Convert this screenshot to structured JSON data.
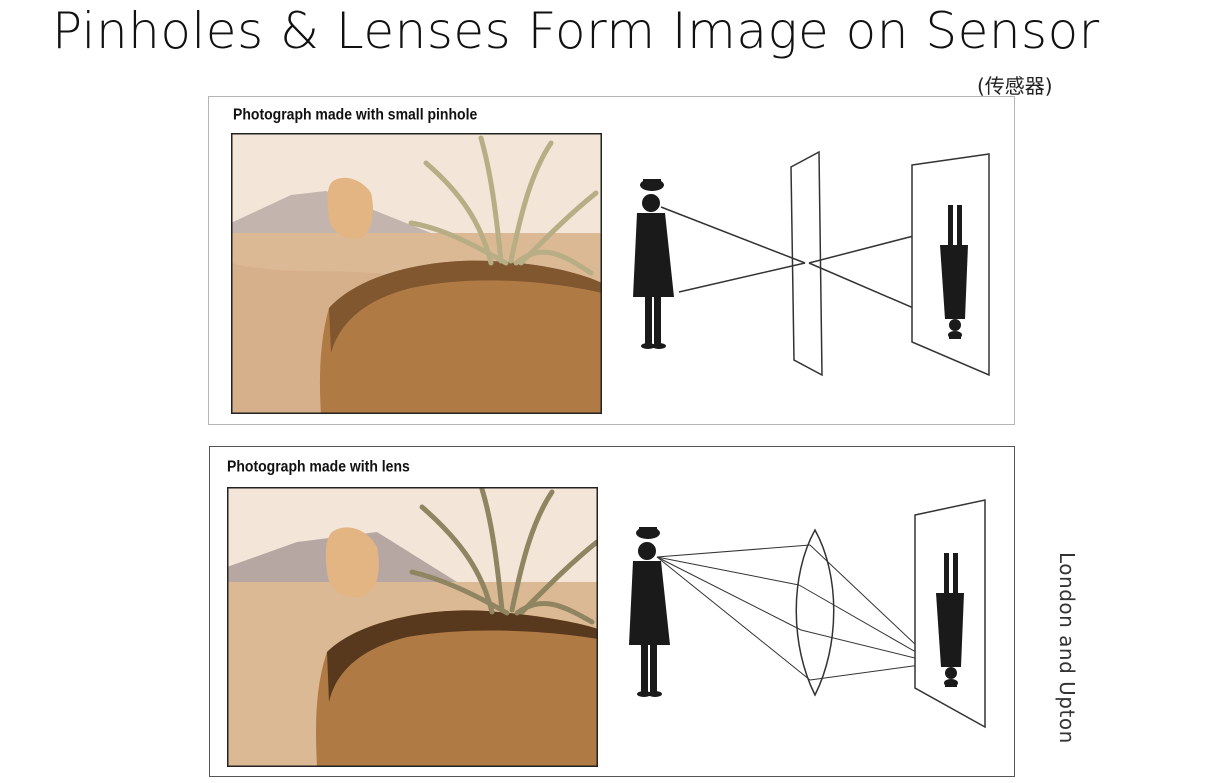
{
  "slide": {
    "title": "Pinholes & Lenses Form Image on Sensor",
    "sensor_note": "(传感器)",
    "credit": "London and Upton"
  },
  "panels": [
    {
      "caption": "Photograph made with small pinhole",
      "aperture": "pinhole"
    },
    {
      "caption": "Photograph made with lens",
      "aperture": "lens"
    }
  ],
  "colors": {
    "sky": "#f3e6d8",
    "mountain": "#b7a7a3",
    "sand": "#dcb995",
    "gravel": "#b07a44",
    "rock": "#e3b583",
    "plant": "#b7ae86",
    "ink": "#1a1a1a"
  }
}
